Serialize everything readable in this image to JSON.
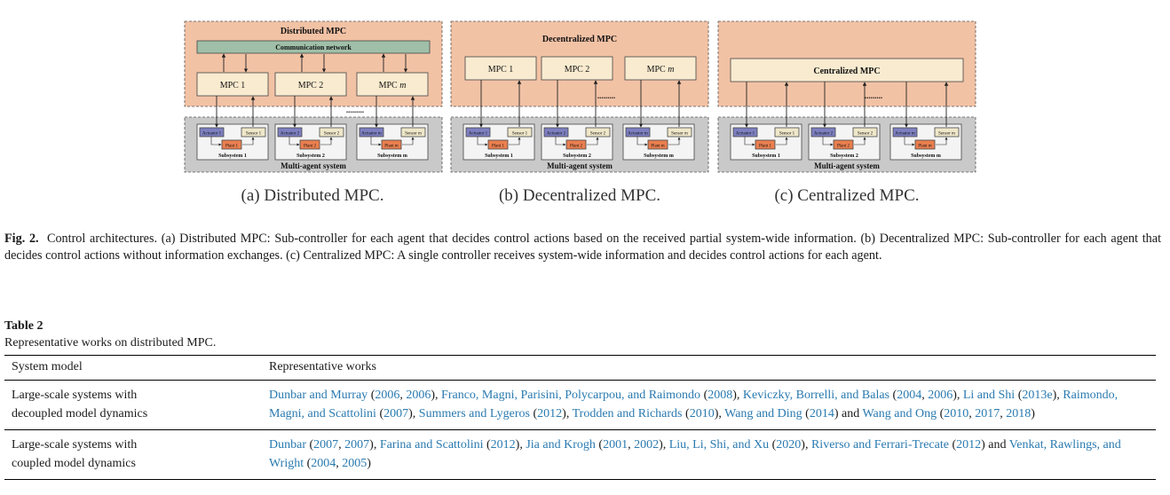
{
  "figure": {
    "panels": [
      {
        "title": "Distributed MPC",
        "network_label": "Communication network",
        "controllers": [
          "MPC 1",
          "MPC 2",
          "MPC m"
        ],
        "dots": ".........",
        "system_label": "Multi-agent system",
        "subcaption": "(a) Distributed MPC."
      },
      {
        "title": "Decentralized MPC",
        "controllers": [
          "MPC 1",
          "MPC 2",
          "MPC m"
        ],
        "dots": ".........",
        "system_label": "Multi-agent system",
        "subcaption": "(b) Decentralized MPC."
      },
      {
        "title": "Centralized MPC",
        "controllers": [
          "Centralized MPC"
        ],
        "dots": ".........",
        "system_label": "Multi-agent system",
        "subcaption": "(c) Centralized MPC."
      }
    ],
    "subsystems": [
      {
        "actuator": "Actuator 1",
        "sensor": "Sensor 1",
        "plant": "Plant 1",
        "label": "Subsystem 1"
      },
      {
        "actuator": "Actuator 2",
        "sensor": "Sensor 2",
        "plant": "Plant 2",
        "label": "Subsystem 2"
      },
      {
        "actuator": "Actuator m",
        "sensor": "Sensor m",
        "plant": "Plant m",
        "label": "Subsystem m"
      }
    ],
    "colors": {
      "panel_fill": "#f2c2a5",
      "system_fill": "#c9c9c9",
      "network_fill": "#9fbfa8",
      "controller_fill": "#f9ebd0",
      "actuator_fill": "#7d7fc0",
      "sensor_fill": "#efe7c9",
      "plant_fill": "#ea7f4f"
    }
  },
  "caption": {
    "label": "Fig. 2.",
    "text": "Control architectures. (a) Distributed MPC: Sub-controller for each agent that decides control actions based on the received partial system-wide information. (b) Decentralized MPC: Sub-controller for each agent that decides control actions without information exchanges. (c) Centralized MPC: A single controller receives system-wide information and decides control actions for each agent."
  },
  "table": {
    "label": "Table 2",
    "title": "Representative works on distributed MPC.",
    "columns": [
      "System model",
      "Representative works"
    ],
    "rows": [
      {
        "model_line1": "Large-scale systems with",
        "model_line2": "decoupled model dynamics",
        "works": [
          {
            "t": "Dunbar and Murray",
            "c": true
          },
          {
            "t": " (",
            "c": false
          },
          {
            "t": "2006",
            "c": true
          },
          {
            "t": ", ",
            "c": false
          },
          {
            "t": "2006",
            "c": true
          },
          {
            "t": "), ",
            "c": false
          },
          {
            "t": "Franco, Magni, Parisini, Polycarpou, and Raimondo",
            "c": true
          },
          {
            "t": " (",
            "c": false
          },
          {
            "t": "2008",
            "c": true
          },
          {
            "t": "), ",
            "c": false
          },
          {
            "t": "Keviczky, Borrelli, and Balas",
            "c": true
          },
          {
            "t": " (",
            "c": false
          },
          {
            "t": "2004",
            "c": true
          },
          {
            "t": ", ",
            "c": false
          },
          {
            "t": "2006",
            "c": true
          },
          {
            "t": "), ",
            "c": false
          },
          {
            "t": "Li and Shi",
            "c": true
          },
          {
            "t": " (",
            "c": false
          },
          {
            "t": "2013e",
            "c": true
          },
          {
            "t": "), ",
            "c": false
          },
          {
            "t": "Raimondo, Magni, and Scattolini",
            "c": true
          },
          {
            "t": " (",
            "c": false
          },
          {
            "t": "2007",
            "c": true
          },
          {
            "t": "), ",
            "c": false
          },
          {
            "t": "Summers and Lygeros",
            "c": true
          },
          {
            "t": " (",
            "c": false
          },
          {
            "t": "2012",
            "c": true
          },
          {
            "t": "), ",
            "c": false
          },
          {
            "t": "Trodden and Richards",
            "c": true
          },
          {
            "t": " (",
            "c": false
          },
          {
            "t": "2010",
            "c": true
          },
          {
            "t": "), ",
            "c": false
          },
          {
            "t": "Wang and Ding",
            "c": true
          },
          {
            "t": " (",
            "c": false
          },
          {
            "t": "2014",
            "c": true
          },
          {
            "t": ") and ",
            "c": false
          },
          {
            "t": "Wang and Ong",
            "c": true
          },
          {
            "t": " (",
            "c": false
          },
          {
            "t": "2010",
            "c": true
          },
          {
            "t": ", ",
            "c": false
          },
          {
            "t": "2017",
            "c": true
          },
          {
            "t": ", ",
            "c": false
          },
          {
            "t": "2018",
            "c": true
          },
          {
            "t": ")",
            "c": false
          }
        ]
      },
      {
        "model_line1": "Large-scale systems with",
        "model_line2": "coupled model dynamics",
        "works": [
          {
            "t": "Dunbar",
            "c": true
          },
          {
            "t": " (",
            "c": false
          },
          {
            "t": "2007",
            "c": true
          },
          {
            "t": ", ",
            "c": false
          },
          {
            "t": "2007",
            "c": true
          },
          {
            "t": "), ",
            "c": false
          },
          {
            "t": "Farina and Scattolini",
            "c": true
          },
          {
            "t": " (",
            "c": false
          },
          {
            "t": "2012",
            "c": true
          },
          {
            "t": "), ",
            "c": false
          },
          {
            "t": "Jia and Krogh",
            "c": true
          },
          {
            "t": " (",
            "c": false
          },
          {
            "t": "2001",
            "c": true
          },
          {
            "t": ", ",
            "c": false
          },
          {
            "t": "2002",
            "c": true
          },
          {
            "t": "), ",
            "c": false
          },
          {
            "t": "Liu, Li, Shi, and Xu",
            "c": true
          },
          {
            "t": " (",
            "c": false
          },
          {
            "t": "2020",
            "c": true
          },
          {
            "t": "), ",
            "c": false
          },
          {
            "t": "Riverso and Ferrari-Trecate",
            "c": true
          },
          {
            "t": " (",
            "c": false
          },
          {
            "t": "2012",
            "c": true
          },
          {
            "t": ") and ",
            "c": false
          },
          {
            "t": "Venkat, Rawlings, and Wright",
            "c": true
          },
          {
            "t": " (",
            "c": false
          },
          {
            "t": "2004",
            "c": true
          },
          {
            "t": ", ",
            "c": false
          },
          {
            "t": "2005",
            "c": true
          },
          {
            "t": ")",
            "c": false
          }
        ]
      }
    ]
  }
}
